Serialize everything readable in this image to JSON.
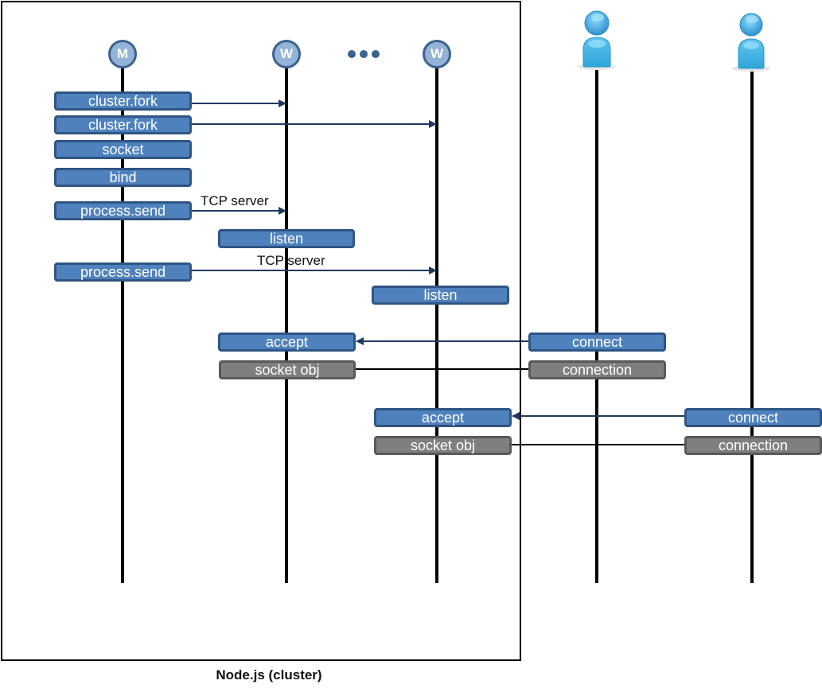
{
  "diagram": {
    "title": "Node.js (cluster)",
    "ellipsis": "•••",
    "participants": [
      {
        "id": "master",
        "label": "M",
        "kind": "process-node"
      },
      {
        "id": "worker1",
        "label": "W",
        "kind": "process-node"
      },
      {
        "id": "worker2",
        "label": "W",
        "kind": "process-node"
      },
      {
        "id": "client1",
        "label": "",
        "kind": "user-icon"
      },
      {
        "id": "client2",
        "label": "",
        "kind": "user-icon"
      }
    ],
    "steps": [
      {
        "label": "cluster.fork",
        "on": "master",
        "style": "blue"
      },
      {
        "label": "cluster.fork",
        "on": "master",
        "style": "blue"
      },
      {
        "label": "socket",
        "on": "master",
        "style": "blue"
      },
      {
        "label": "bind",
        "on": "master",
        "style": "blue"
      },
      {
        "label": "process.send",
        "on": "master",
        "style": "blue"
      },
      {
        "label": "listen",
        "on": "worker1",
        "style": "blue"
      },
      {
        "label": "process.send",
        "on": "master",
        "style": "blue"
      },
      {
        "label": "listen",
        "on": "worker2",
        "style": "blue"
      },
      {
        "label": "accept",
        "on": "worker1",
        "style": "blue"
      },
      {
        "label": "connect",
        "on": "client1",
        "style": "blue"
      },
      {
        "label": "socket obj",
        "on": "worker1",
        "style": "gray"
      },
      {
        "label": "connection",
        "on": "client1",
        "style": "gray"
      },
      {
        "label": "accept",
        "on": "worker2",
        "style": "blue"
      },
      {
        "label": "connect",
        "on": "client2",
        "style": "blue"
      },
      {
        "label": "socket obj",
        "on": "worker2",
        "style": "gray"
      },
      {
        "label": "connection",
        "on": "client2",
        "style": "gray"
      }
    ],
    "messages": [
      {
        "from": "master",
        "to": "worker1",
        "label": "",
        "arrow": true
      },
      {
        "from": "master",
        "to": "worker2",
        "label": "",
        "arrow": true
      },
      {
        "from": "master",
        "to": "worker1",
        "label": "TCP server",
        "arrow": true
      },
      {
        "from": "master",
        "to": "worker2",
        "label": "TCP server",
        "arrow": true
      },
      {
        "from": "client1",
        "to": "worker1",
        "label": "",
        "arrow": true
      },
      {
        "from": "worker1",
        "to": "client1",
        "label": "",
        "arrow": false
      },
      {
        "from": "client2",
        "to": "worker2",
        "label": "",
        "arrow": true
      },
      {
        "from": "worker2",
        "to": "client2",
        "label": "",
        "arrow": false
      }
    ],
    "colors": {
      "box_blue_fill": "#4f81bd",
      "box_blue_border": "#2f5584",
      "box_gray_fill": "#7f7f7f",
      "box_gray_border": "#595959",
      "node_fill": "#95b3d7",
      "node_border": "#3b6290",
      "arrow": "#1f3a5f",
      "user_icon": "#3fb0e6"
    }
  }
}
